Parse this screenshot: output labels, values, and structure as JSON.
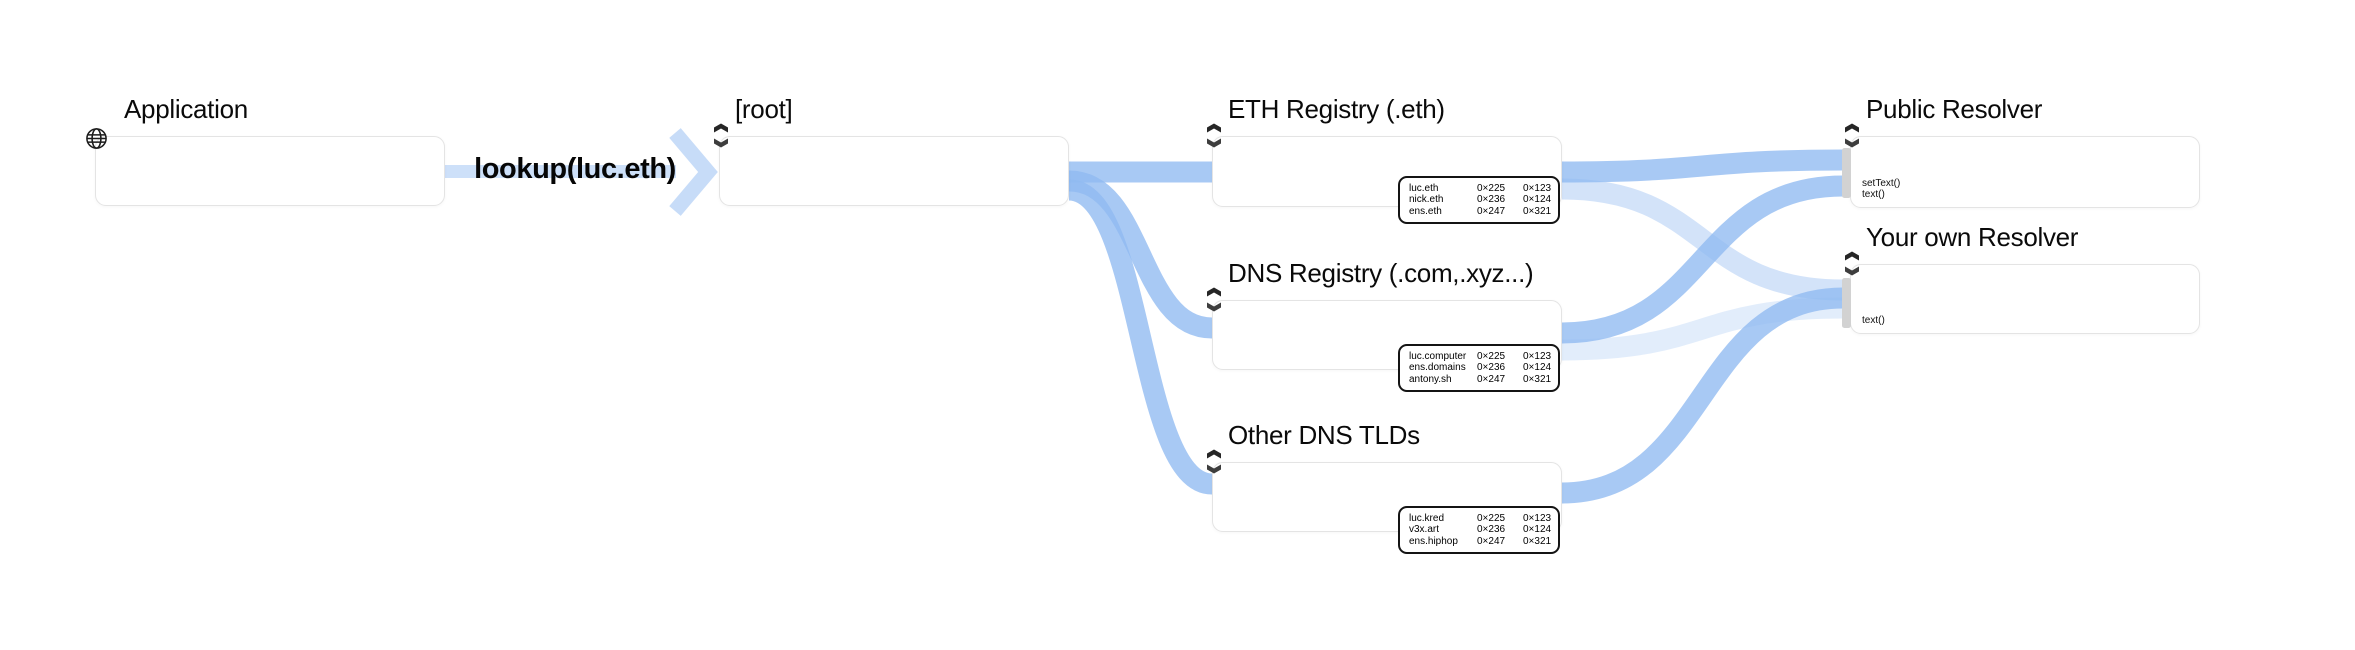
{
  "colors": {
    "edge": "#90BAF1",
    "port": "#d2d2d2",
    "icon_dark": "#262626",
    "icon_mid": "#3d3d3d"
  },
  "lookup_label": "lookup(luc.eth)",
  "nodes": {
    "app": {
      "title": "Application",
      "icon": "globe-icon"
    },
    "root": {
      "title": "[root]",
      "icon": "sync-icon"
    },
    "eth": {
      "title": "ETH Registry (.eth)",
      "icon": "sync-icon",
      "table": [
        [
          "luc.eth",
          "0×225",
          "0×123"
        ],
        [
          "nick.eth",
          "0×236",
          "0×124"
        ],
        [
          "ens.eth",
          "0×247",
          "0×321"
        ]
      ]
    },
    "dns": {
      "title": "DNS Registry (.com,.xyz...)",
      "icon": "sync-icon",
      "table": [
        [
          "luc.computer",
          "0×225",
          "0×123"
        ],
        [
          "ens.domains",
          "0×236",
          "0×124"
        ],
        [
          "antony.sh",
          "0×247",
          "0×321"
        ]
      ]
    },
    "other": {
      "title": "Other DNS TLDs",
      "icon": "sync-icon",
      "table": [
        [
          "luc.kred",
          "0×225",
          "0×123"
        ],
        [
          "v3x.art",
          "0×236",
          "0×124"
        ],
        [
          "ens.hiphop",
          "0×247",
          "0×321"
        ]
      ]
    },
    "public": {
      "title": "Public Resolver",
      "icon": "sync-icon",
      "methods": [
        "setText()",
        "text()"
      ]
    },
    "own": {
      "title": "Your own Resolver",
      "icon": "sync-icon",
      "methods": [
        "text()"
      ]
    }
  },
  "edges": [
    {
      "from": "dns",
      "to": "own",
      "strength": "faint"
    },
    {
      "from": "eth",
      "to": "own",
      "strength": "light"
    },
    {
      "from": "root",
      "to": "dns",
      "strength": "solid"
    },
    {
      "from": "root",
      "to": "other",
      "strength": "solid"
    },
    {
      "from": "dns",
      "to": "public",
      "strength": "solid"
    },
    {
      "from": "other",
      "to": "own",
      "strength": "solid"
    },
    {
      "from": "root",
      "to": "eth",
      "strength": "solid"
    },
    {
      "from": "eth",
      "to": "public",
      "strength": "solid"
    }
  ]
}
